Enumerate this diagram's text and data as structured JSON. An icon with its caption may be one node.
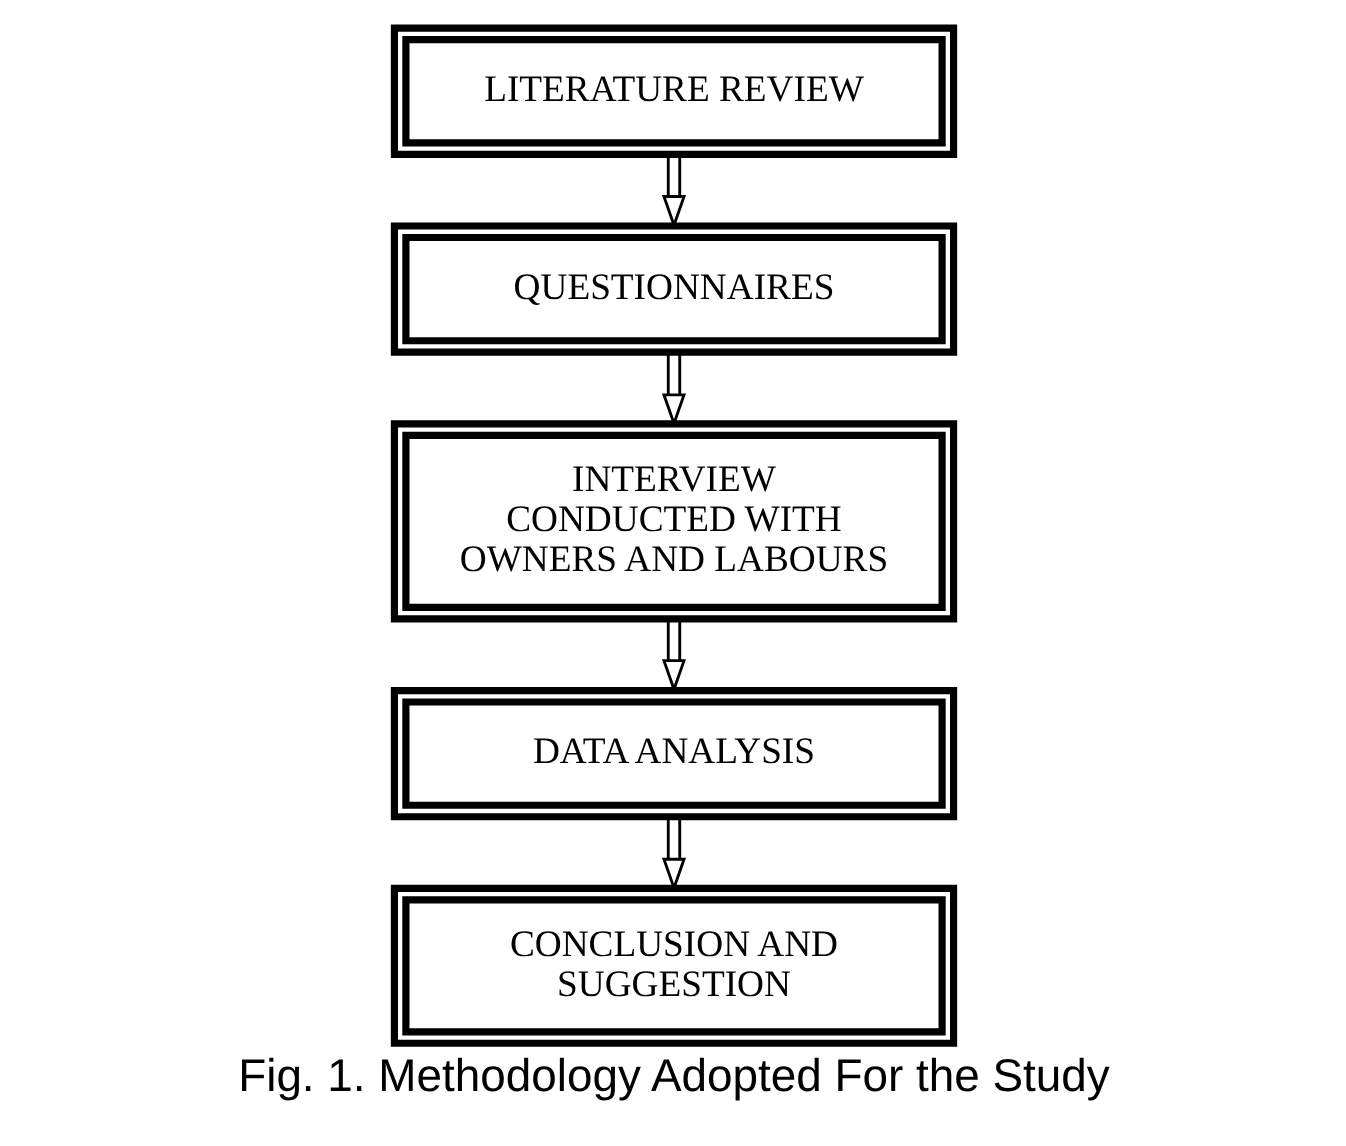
{
  "diagram": {
    "caption": "Fig. 1. Methodology Adopted For the Study",
    "nodes": [
      {
        "text": [
          "LITERATURE REVIEW"
        ]
      },
      {
        "text": [
          "QUESTIONNAIRES"
        ]
      },
      {
        "text": [
          "INTERVIEW CONDUCTED WITH OWNERS AND LABOURS"
        ]
      },
      {
        "text": [
          "DATA ANALYSIS"
        ]
      },
      {
        "text": [
          "CONCLUSION AND SUGGESTION"
        ]
      }
    ],
    "edges": [
      {
        "from": 0,
        "to": 1,
        "arrow": "to"
      },
      {
        "from": 1,
        "to": 2,
        "arrow": "to"
      },
      {
        "from": 2,
        "to": 3,
        "arrow": "to"
      },
      {
        "from": 3,
        "to": 4,
        "arrow": "to"
      }
    ]
  }
}
